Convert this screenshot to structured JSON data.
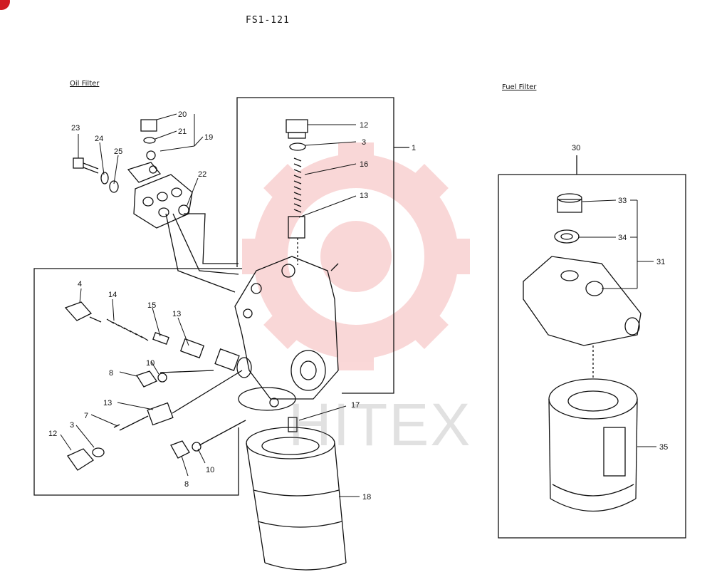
{
  "page_title": "FS1-121",
  "sections": {
    "oil_filter": "Oil Filter",
    "fuel_filter": "Fuel Filter"
  },
  "watermark": "HITEX",
  "parts": {
    "p1": "1",
    "p3a": "3",
    "p3b": "3",
    "p4": "4",
    "p7": "7",
    "p8a": "8",
    "p8b": "8",
    "p10a": "10",
    "p10b": "10",
    "p12a": "12",
    "p12b": "12",
    "p13a": "13",
    "p13b": "13",
    "p13c": "13",
    "p14": "14",
    "p15": "15",
    "p16": "16",
    "p17": "17",
    "p18": "18",
    "p19": "19",
    "p20": "20",
    "p21": "21",
    "p22": "22",
    "p23": "23",
    "p24": "24",
    "p25": "25",
    "p30": "30",
    "p31": "31",
    "p33": "33",
    "p34": "34",
    "p35": "35"
  },
  "colors": {
    "line": "#111111",
    "watermark": "#f3a8a8",
    "badge": "#d01c24"
  }
}
